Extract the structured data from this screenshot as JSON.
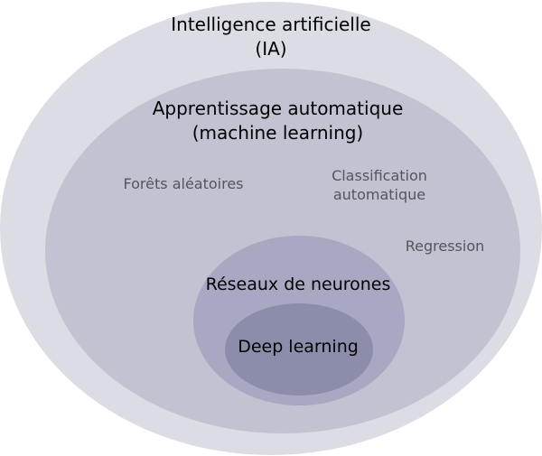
{
  "colors": {
    "ia": "#dcdce4",
    "ml": "#c2c2d2",
    "reseaux": "#a8a8c2",
    "deep": "#8c8cab"
  },
  "ia": {
    "line1": "Intelligence artificielle",
    "line2": "(IA)"
  },
  "ml": {
    "line1": "Apprentissage automatique",
    "line2": "(machine learning)",
    "examples": {
      "forets": "Forêts aléatoires",
      "classification_line1": "Classification",
      "classification_line2": "automatique",
      "regression": "Regression"
    }
  },
  "reseaux": {
    "label": "Réseaux de neurones"
  },
  "deep": {
    "label": "Deep learning"
  }
}
